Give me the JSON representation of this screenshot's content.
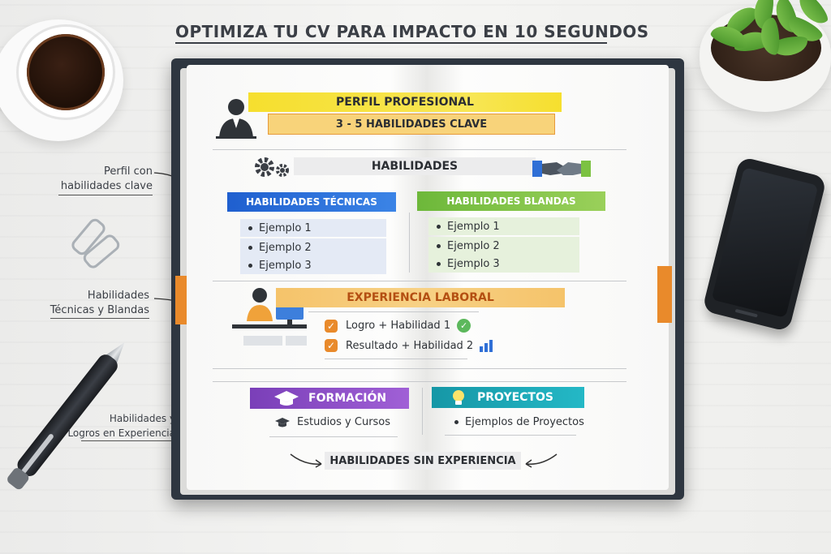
{
  "title": "OPTIMIZA TU CV PARA IMPACTO EN 10 SEGUNDOS",
  "side_labels": {
    "perfil": [
      "Perfil con",
      "habilidades clave"
    ],
    "tecnicas": [
      "Habilidades",
      "Técnicas y Blandas"
    ],
    "experiencia": [
      "Habilidades y",
      "Logros en Experiencia"
    ]
  },
  "perfil": {
    "title": "PERFIL PROFESIONAL",
    "subtitle": "3 - 5 HABILIDADES CLAVE",
    "icon": "businessman-icon"
  },
  "habilidades": {
    "title": "HABILIDADES",
    "left_icon": "gears-icon",
    "right_icon": "handshake-icon",
    "tecnicas": {
      "title": "HABILIDADES TÉCNICAS",
      "items": [
        "Ejemplo 1",
        "Ejemplo 2",
        "Ejemplo 3"
      ],
      "color": "#2f6fd6"
    },
    "blandas": {
      "title": "HABILIDADES BLANDAS",
      "items": [
        "Ejemplo 1",
        "Ejemplo 2",
        "Ejemplo 3"
      ],
      "color": "#7cc242"
    }
  },
  "experiencia": {
    "title": "EXPERIENCIA LABORAL",
    "icon": "office-worker-icon",
    "items": [
      "Logro + Habilidad 1",
      "Resultado + Habilidad 2"
    ]
  },
  "formacion": {
    "title": "FORMACIÓN",
    "item": "Estudios y Cursos",
    "icon": "graduation-cap-icon",
    "color": "#8e4fc7"
  },
  "proyectos": {
    "title": "PROYECTOS",
    "item": "Ejemplos de Proyectos",
    "icon": "lightbulb-icon",
    "color": "#1aa7b5"
  },
  "sin_experiencia": "HABILIDADES SIN EXPERIENCIA",
  "colors": {
    "yellow": "#f6e13a",
    "orange": "#f3b25a",
    "cover": "#2e3640",
    "bookmark": "#e98a2b"
  }
}
